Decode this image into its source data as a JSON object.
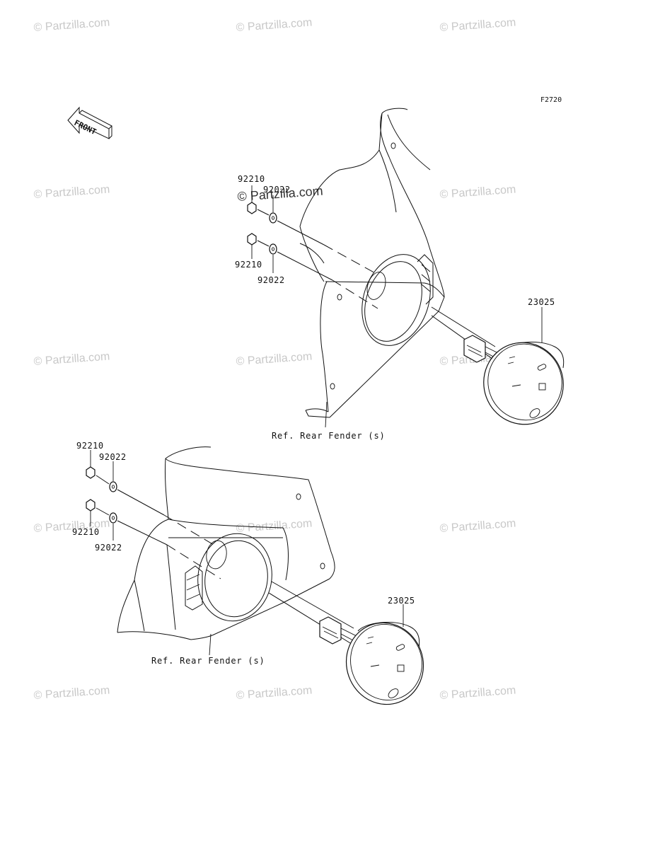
{
  "figure_code": "F2720",
  "front_label": "FRONT",
  "watermark": "© Partzilla.com",
  "upper_assembly": {
    "nut_top": "92210",
    "washer_top": "92022",
    "nut_bottom": "92210",
    "washer_bottom": "92022",
    "reflector": "23025",
    "reference": "Ref. Rear Fender (s)"
  },
  "lower_assembly": {
    "nut_top": "92210",
    "washer_top": "92022",
    "nut_bottom": "92210",
    "washer_bottom": "92022",
    "reflector": "23025",
    "reference": "Ref. Rear Fender (s)"
  }
}
